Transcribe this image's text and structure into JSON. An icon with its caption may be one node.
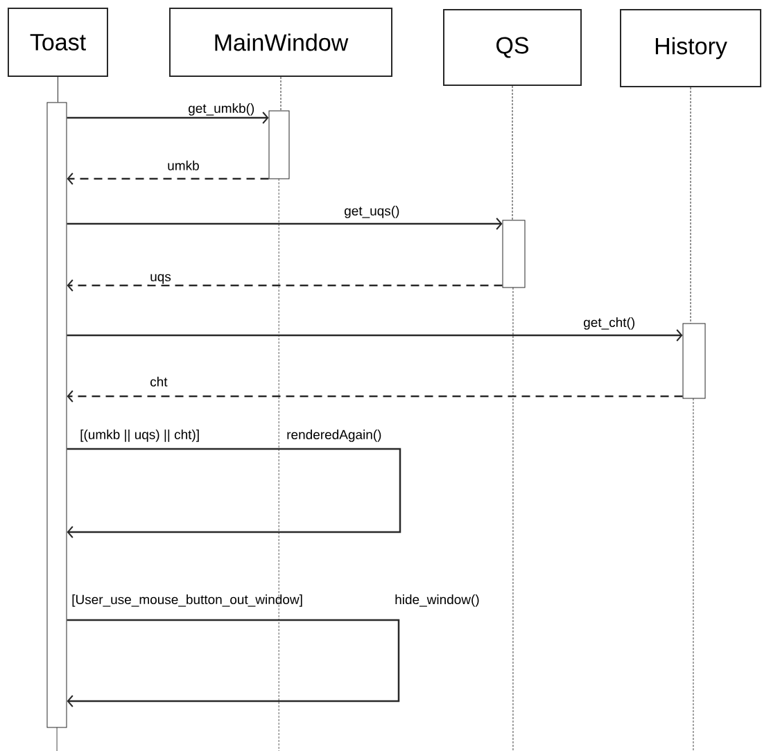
{
  "diagram": {
    "nodes": [
      {
        "text": [
          "Toast"
        ]
      },
      {
        "text": [
          "MainWindow"
        ]
      },
      {
        "text": [
          "QS"
        ]
      },
      {
        "text": [
          "History"
        ]
      },
      {
        "text": [],
        "shape": "bar"
      },
      {
        "text": [],
        "shape": "bar"
      },
      {
        "text": [],
        "shape": "bar"
      },
      {
        "text": [],
        "shape": "bar"
      }
    ],
    "edges": [
      {
        "from": 0,
        "to": 4,
        "arrow": "none"
      },
      {
        "from": 1,
        "to": 5,
        "arrow": "none",
        "style": "dashed"
      },
      {
        "from": 2,
        "to": 6,
        "arrow": "none",
        "style": "dashed"
      },
      {
        "from": 3,
        "to": 7,
        "arrow": "none",
        "style": "dashed"
      },
      {
        "from": 4,
        "to": 5,
        "arrow": "to",
        "label": "get_umkb()"
      },
      {
        "from": 5,
        "to": 4,
        "arrow": "to",
        "label": "umkb",
        "style": "dashed"
      },
      {
        "from": 4,
        "to": 6,
        "arrow": "to",
        "label": "get_uqs()"
      },
      {
        "from": 6,
        "to": 4,
        "arrow": "to",
        "label": "uqs",
        "style": "dashed"
      },
      {
        "from": 4,
        "to": 7,
        "arrow": "to",
        "label": "get_cht()"
      },
      {
        "from": 7,
        "to": 4,
        "arrow": "to",
        "label": "cht",
        "style": "dashed"
      },
      {
        "from": 4,
        "to": 4,
        "arrow": "to",
        "label": "renderedAgain()"
      },
      {
        "from": 4,
        "to": 4,
        "arrow": "to",
        "label": "hide_window()"
      }
    ],
    "labels": [
      "[(umkb || uqs) || cht)]",
      "[User_use_mouse_button_out_window]"
    ]
  }
}
